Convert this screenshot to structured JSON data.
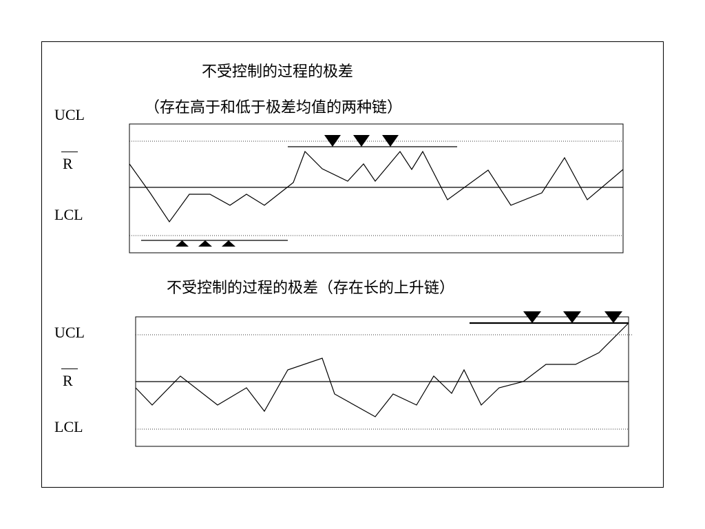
{
  "chart1": {
    "title": "不受控制的过程的极差",
    "subtitle": "（存在高于和低于极差均值的两种链）",
    "labels": {
      "ucl": "UCL",
      "center": "R",
      "lcl": "LCL"
    }
  },
  "chart2": {
    "title": "不受控制的过程的极差（存在长的上升链）",
    "labels": {
      "ucl": "UCL",
      "center": "R",
      "lcl": "LCL"
    }
  }
}
